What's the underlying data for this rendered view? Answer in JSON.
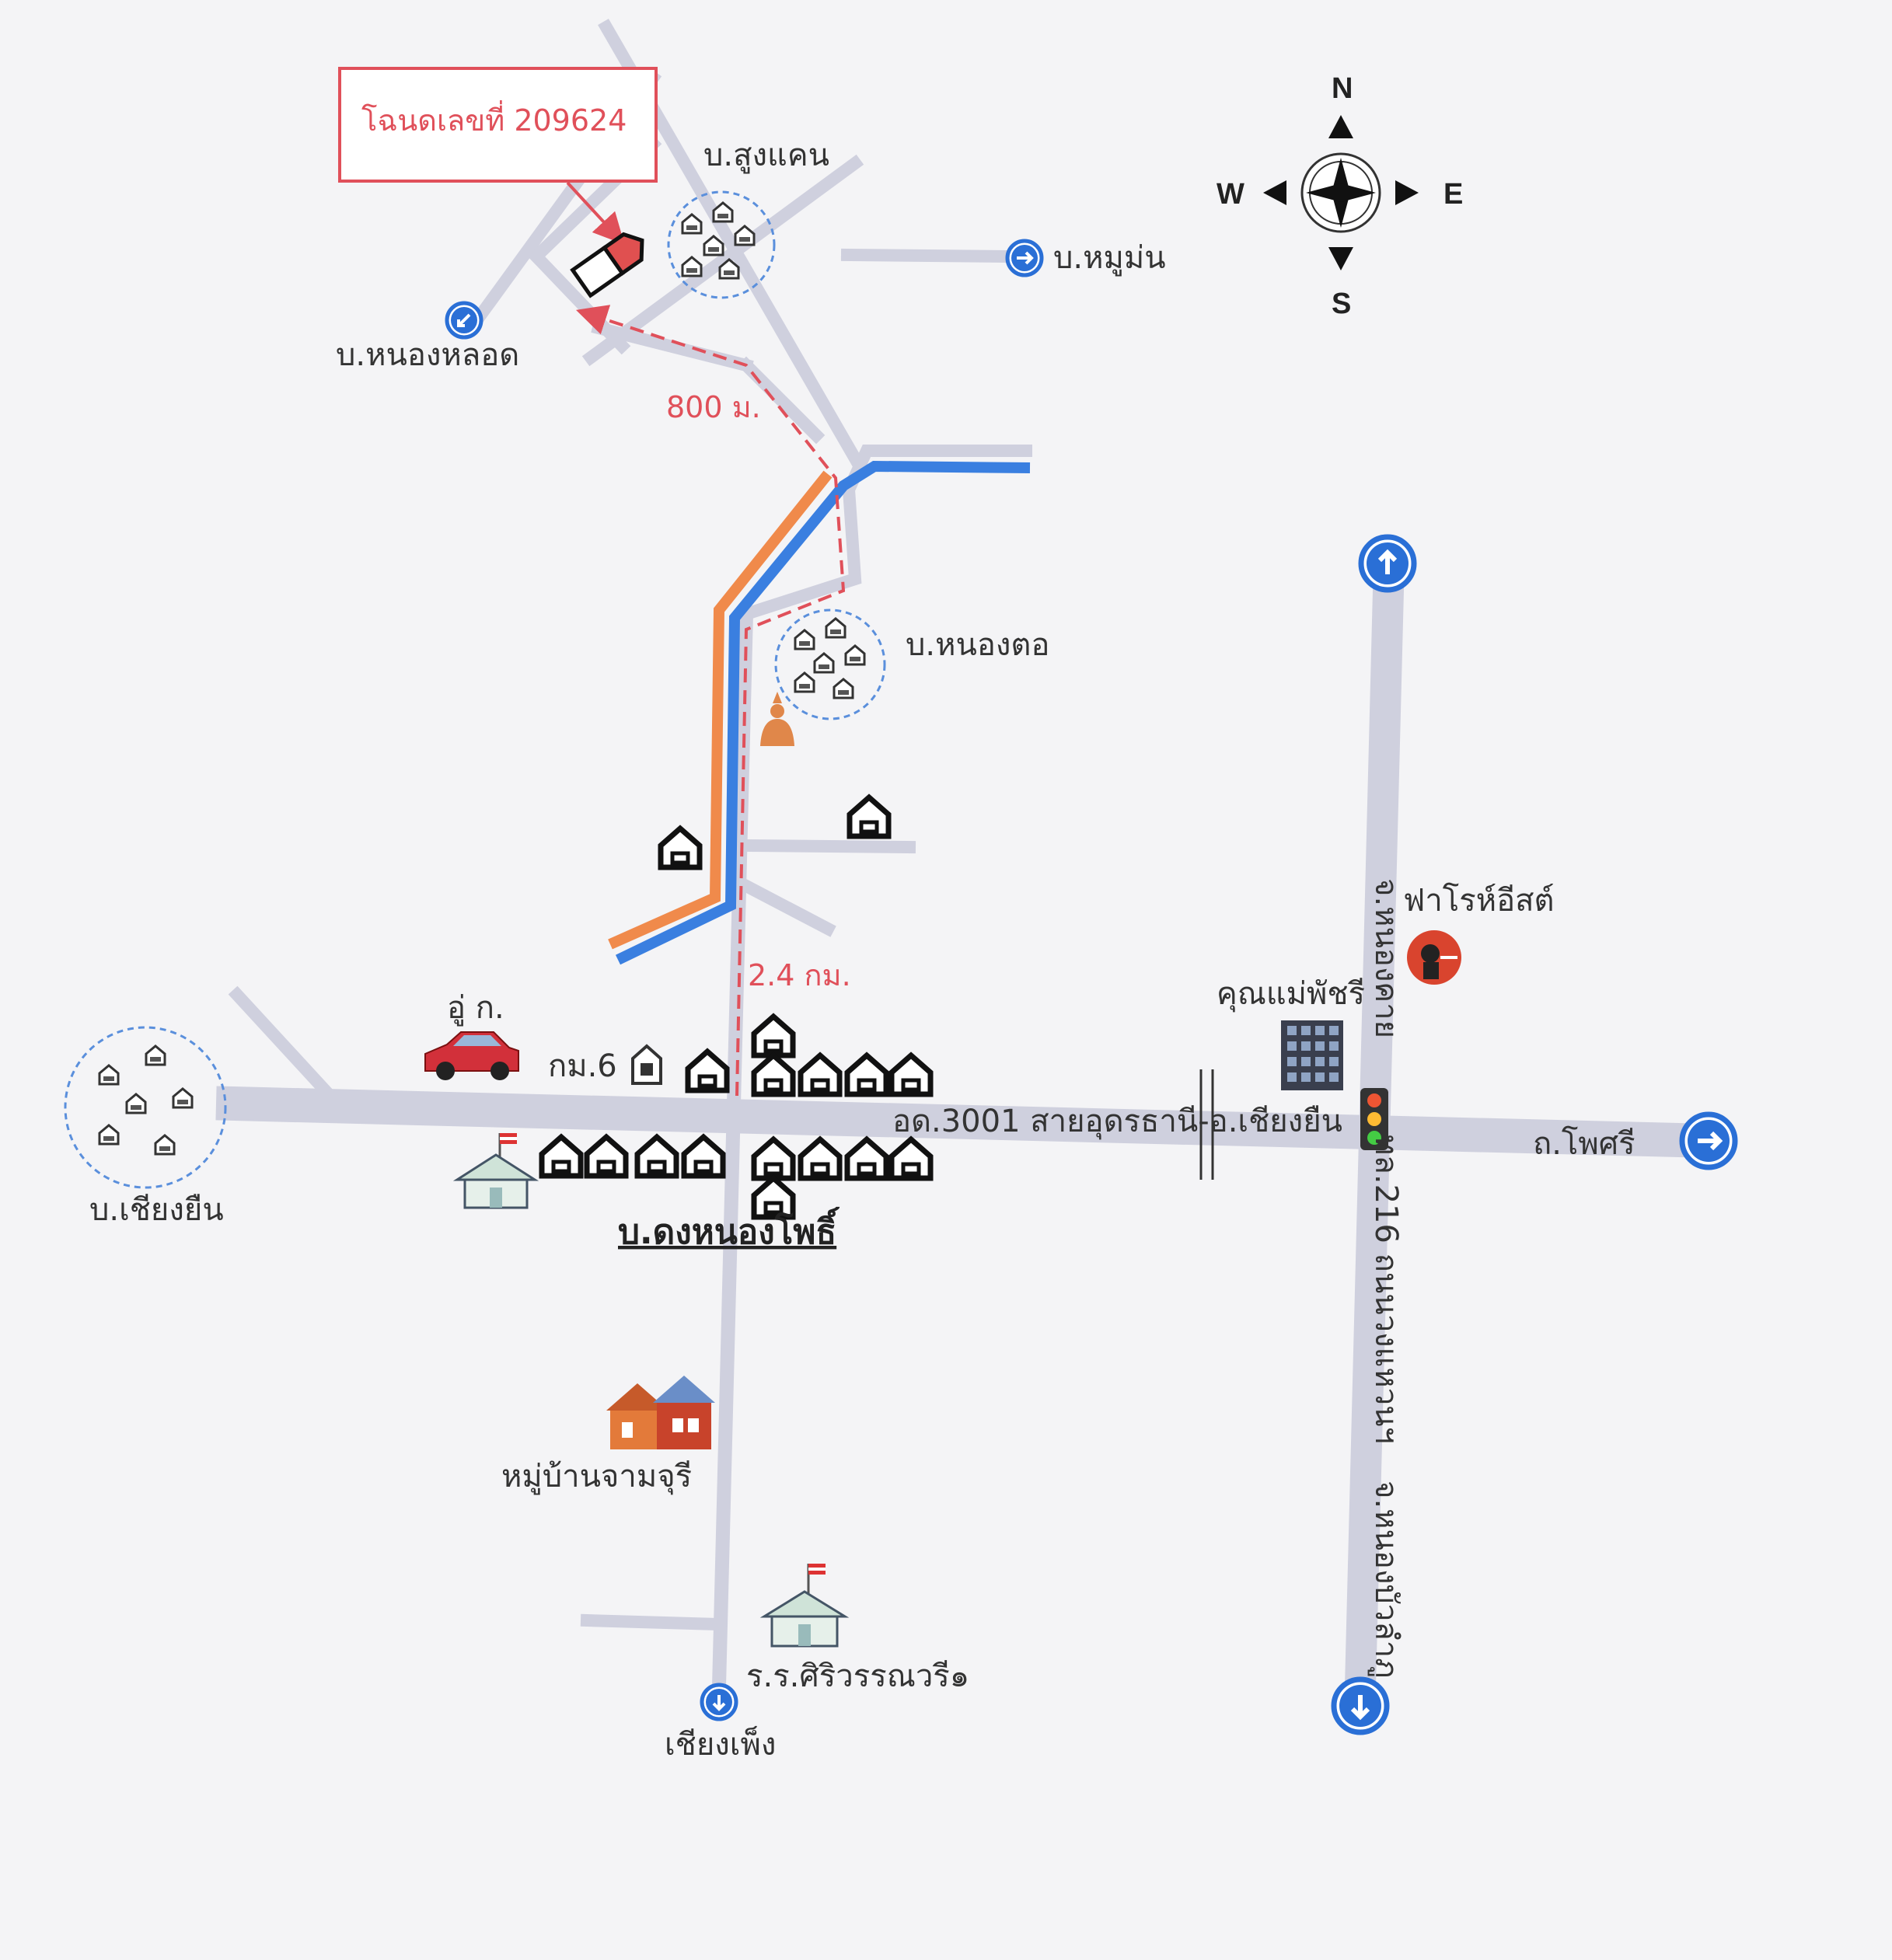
{
  "deed": {
    "text": "โฉนดเลขที่ 209624"
  },
  "compass": {
    "n": "N",
    "e": "E",
    "s": "S",
    "w": "W"
  },
  "villages": {
    "sung_khaen": "บ.สูงแคน",
    "mu_mon": "บ.หมูม่น",
    "nong_lot": "บ.หนองหลอด",
    "nong_tor": "บ.หนองตอ",
    "chiang_yuen": "บ.เชียงยืน",
    "dong_nong_pho": "บ.ดงหนองโพธิ์"
  },
  "distances": {
    "d800": "800 ม.",
    "d24": "2.4 กม."
  },
  "landmarks": {
    "garage": "อู่ ก.",
    "km6": "กม.6",
    "khun_mae": "คุณแม่พัชรี",
    "farhorizon": "ฟาโรห์อีสต์",
    "jam_juri": "หมู่บ้านจามจุรี",
    "school": "ร.ร.ศิริวรรณวรี๑"
  },
  "roads": {
    "main_road": "อด.3001 สายอุดรธานี-อ.เชียงยืน",
    "pho_si": "ถ.โพศรี",
    "chiang_phueng": "เชียงเพ็ง",
    "nong_khai": "จ.หนองคาย",
    "hwy216": "ทล.216 ถนนวงแหวนฯ",
    "nong_bua": "จ.หนองบัวลำภู"
  },
  "colors": {
    "road": "#cfd0de",
    "orange_line": "#f08a4b",
    "blue_line": "#3a7fe0",
    "route_red": "#e0505a",
    "sign_blue": "#2a6fd6",
    "village_ring": "#5a8fdc"
  }
}
